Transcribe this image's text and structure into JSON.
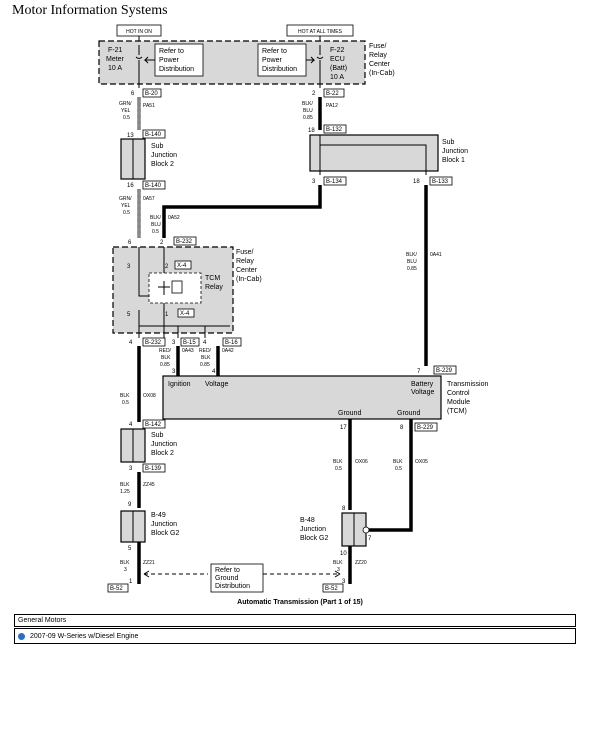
{
  "page_title": "Motor Information Systems",
  "caption": "Automatic Transmission (Part 1 of 15)",
  "footer": {
    "company": "General Motors",
    "vehicle": "2007-09 W-Series w/Diesel Engine"
  },
  "hot_labels": {
    "run": "HOT IN ON",
    "always": "HOT AT ALL TIMES"
  },
  "fuse_relay": {
    "fuse1": [
      "F-21",
      "Meter",
      "10 A"
    ],
    "ref1": [
      "Refer to",
      "Power",
      "Distribution"
    ],
    "ref2": [
      "Refer to",
      "Power",
      "Distribution"
    ],
    "fuse2": [
      "F-22",
      "ECU",
      "(Batt)",
      "10 A"
    ],
    "title": [
      "Fuse/",
      "Relay",
      "Center",
      "(In-Cab)"
    ]
  },
  "sjb2_top": [
    "Sub",
    "Junction",
    "Block 2"
  ],
  "sjb1": [
    "Sub",
    "Junction",
    "Block 1"
  ],
  "fuse_relay_mid": [
    "Fuse/",
    "Relay",
    "Center",
    "(In-Cab)"
  ],
  "tcm_relay": [
    "TCM",
    "Relay"
  ],
  "tcm": {
    "ignition": "Ignition",
    "voltage": "Voltage",
    "battery": [
      "Battery",
      "Voltage"
    ],
    "ground1": "Ground",
    "ground2": "Ground",
    "title": [
      "Transmission",
      "Control",
      "Module",
      "(TCM)"
    ]
  },
  "sjb2_bottom": [
    "Sub",
    "Junction",
    "Block 2"
  ],
  "b49": [
    "B-49",
    "Junction",
    "Block G2"
  ],
  "b48": [
    "B-48",
    "Junction",
    "Block G2"
  ],
  "ref_ground": [
    "Refer to",
    "Ground",
    "Distribution"
  ],
  "connectors": {
    "b20": "B-20",
    "b22": "B-22",
    "b140a": "B-140",
    "b132": "B-132",
    "b140b": "B-140",
    "b134": "B-134",
    "b133": "B-133",
    "b232a": "B-232",
    "x4a": "X-4",
    "x4b": "X-4",
    "b232b": "B-232",
    "b15": "B-15",
    "b16": "B-16",
    "b229a": "B-229",
    "b142": "B-142",
    "b229b": "B-229",
    "b139": "B-139",
    "b52a": "B-52",
    "b52b": "B-52"
  },
  "pins": {
    "p6": "6",
    "p2a": "2",
    "p13": "13",
    "p18a": "18",
    "p16": "16",
    "p3a": "3",
    "p18b": "18",
    "p6b": "6",
    "p2b": "2",
    "p3b": "3",
    "p2c": "2",
    "p5": "5",
    "p1": "1",
    "p4a": "4",
    "p3c": "3",
    "p4b": "4",
    "p3d": "3",
    "p4c": "4",
    "p7a": "7",
    "p4d": "4",
    "p17": "17",
    "p8a": "8",
    "p3e": "3",
    "p9": "9",
    "p8b": "8",
    "p7b": "7",
    "p5b": "5",
    "p10": "10",
    "p1b": "1",
    "p3f": "3"
  },
  "wires": {
    "pa51": [
      "GRN/",
      "YEL",
      "0.5"
    ],
    "pa51_id": "PA51",
    "pa12": [
      "BLK/",
      "BLU",
      "0.85"
    ],
    "pa12_id": "PA12",
    "a57": [
      "GRN/",
      "YEL",
      "0.5"
    ],
    "a57_id": "0A57",
    "a52": [
      "BLK/",
      "BLU",
      "0.5"
    ],
    "a52_id": "0A52",
    "a41": [
      "BLK/",
      "BLU",
      "0.85"
    ],
    "a41_id": "0A41",
    "a43": [
      "RED/",
      "BLK",
      "0.85"
    ],
    "a43_id": "0A43",
    "a42": [
      "RED/",
      "BLK",
      "0.85"
    ],
    "a42_id": "0A42",
    "ox08": [
      "BLK",
      "0.5"
    ],
    "ox08_id": "OX08",
    "zz45": [
      "BLK",
      "1.25"
    ],
    "zz45_id": "ZZ45",
    "ox06": [
      "BLK",
      "0.5"
    ],
    "ox06_id": "OX06",
    "ox05": [
      "BLK",
      "0.5"
    ],
    "ox05_id": "OX05",
    "zz21": [
      "BLK",
      "3"
    ],
    "zz21_id": "ZZ21",
    "zz20": [
      "BLK",
      "3"
    ],
    "zz20_id": "ZZ20"
  }
}
